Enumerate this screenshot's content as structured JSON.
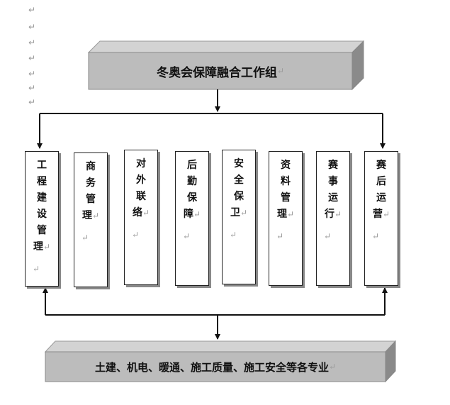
{
  "top_title": "冬奥会保障融合工作组",
  "bottom_title": "土建、机电、暖通、施工质量、施工安全等各专业",
  "paragraph_mark": "↵",
  "departments": [
    {
      "name": "工程建设管理"
    },
    {
      "name": "商务管理"
    },
    {
      "name": "对外联络"
    },
    {
      "name": "后勤保障"
    },
    {
      "name": "安全保卫"
    },
    {
      "name": "资料管理"
    },
    {
      "name": "赛事运行"
    },
    {
      "name": "赛后运营"
    }
  ]
}
